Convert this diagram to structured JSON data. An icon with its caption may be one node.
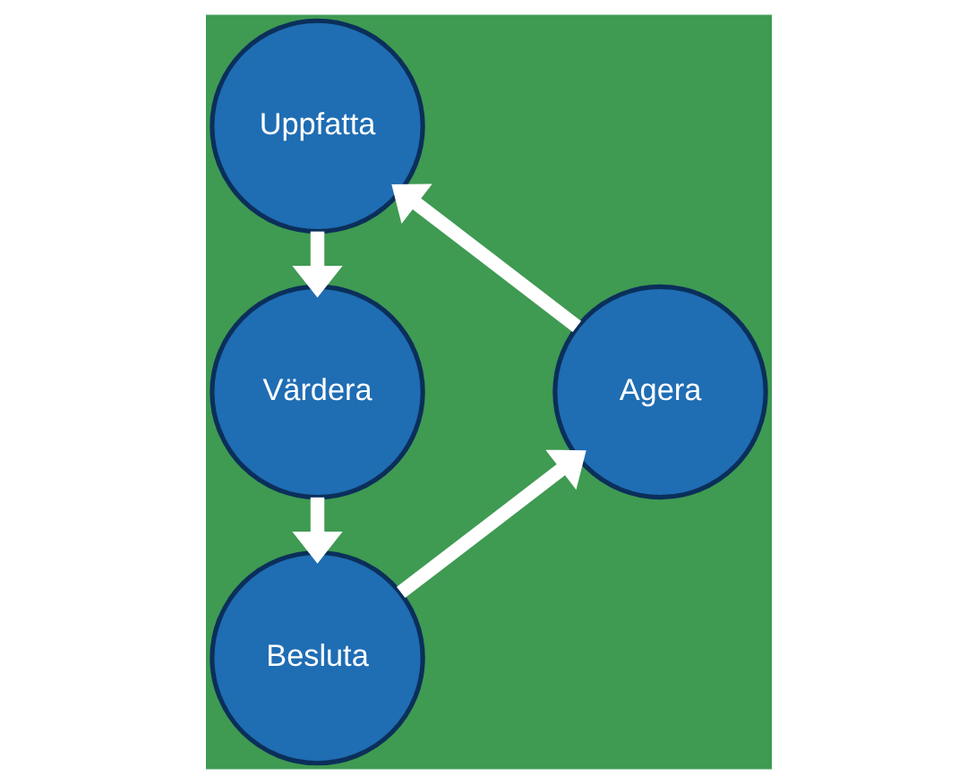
{
  "diagram": {
    "nodes": [
      {
        "text": [
          "Uppfatta"
        ]
      },
      {
        "text": [
          "Värdera"
        ]
      },
      {
        "text": [
          "Besluta"
        ]
      },
      {
        "text": [
          "Agera"
        ]
      }
    ],
    "edges": [
      {
        "from": 0,
        "to": 1,
        "arrow": "to"
      },
      {
        "from": 1,
        "to": 2,
        "arrow": "to"
      },
      {
        "from": 2,
        "to": 3,
        "arrow": "to"
      },
      {
        "from": 3,
        "to": 0,
        "arrow": "to"
      }
    ]
  }
}
